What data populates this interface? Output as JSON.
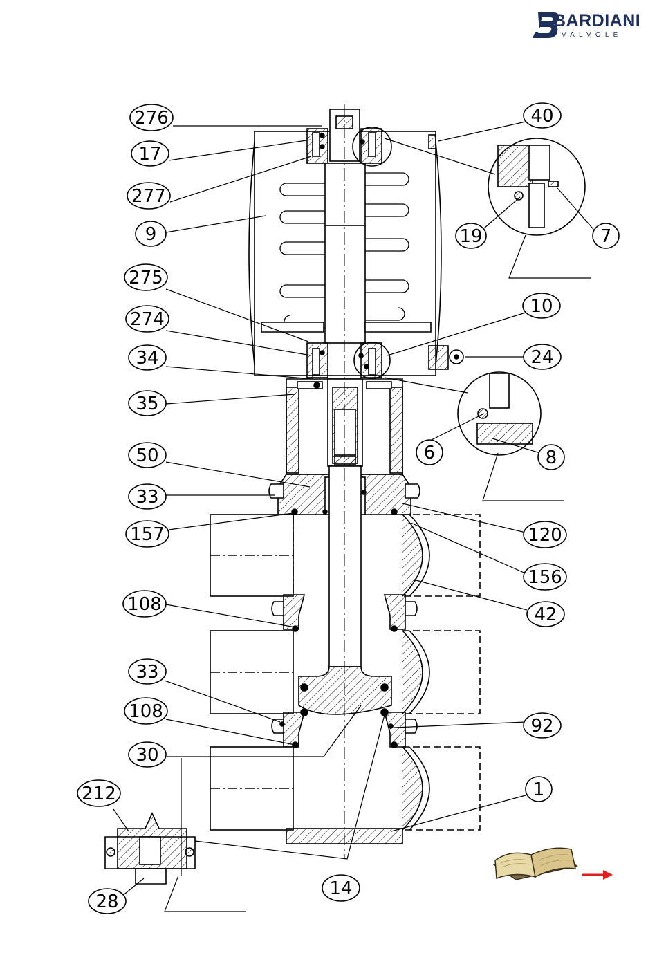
{
  "brand": {
    "name": "BARDIANI",
    "sub": "VALVOLE",
    "color": "#1d2f5b"
  },
  "parts": [
    "276",
    "17",
    "277",
    "9",
    "275",
    "274",
    "34",
    "35",
    "50",
    "33",
    "157",
    "108",
    "33",
    "108",
    "30",
    "212",
    "28",
    "40",
    "19",
    "7",
    "10",
    "24",
    "6",
    "8",
    "120",
    "156",
    "42",
    "92",
    "1",
    "14"
  ],
  "controls": {
    "book_icon": "book-icon",
    "next_icon": "arrow-right-icon",
    "arrow_color": "#e02020"
  }
}
